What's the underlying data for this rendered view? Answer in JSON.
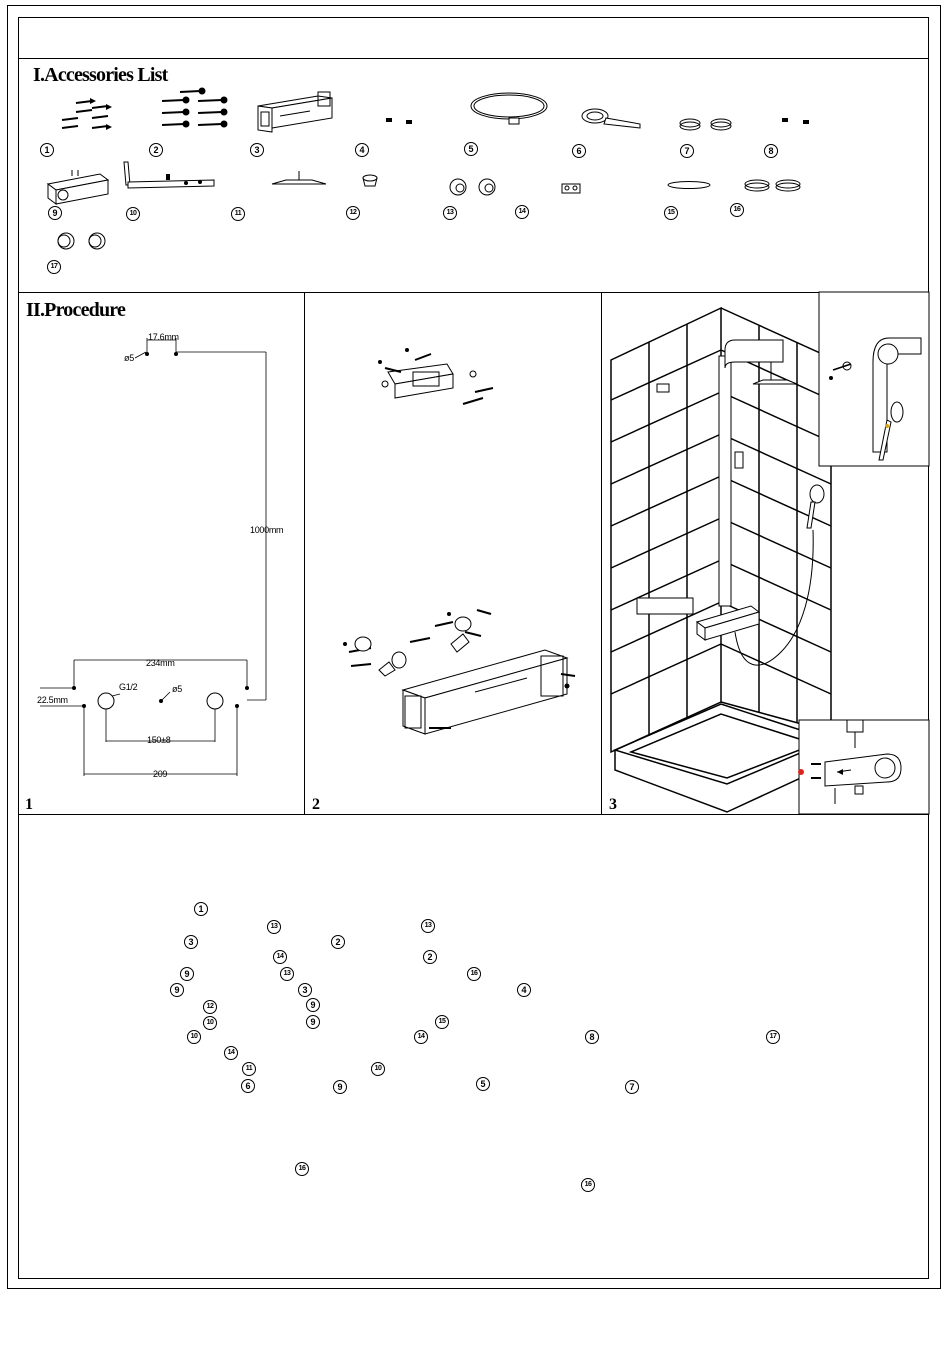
{
  "sections": {
    "accessories_title": "I.Accessories List",
    "procedure_title": "II.Procedure"
  },
  "accessory_numbers": [
    "1",
    "2",
    "3",
    "4",
    "5",
    "6",
    "7",
    "8",
    "9",
    "10",
    "11",
    "12",
    "13",
    "14",
    "15",
    "16",
    "17"
  ],
  "steps": [
    "1",
    "2",
    "3"
  ],
  "dimensions": {
    "d_17_6": "17.6mm",
    "d_phi5_top": "ø5",
    "d_1000": "1000mm",
    "d_234": "234mm",
    "d_g12": "G1/2",
    "d_phi5_mid": "ø5",
    "d_22_5": "22.5mm",
    "d_150": "150±8",
    "d_209": "209"
  },
  "exploded_labels": [
    {
      "n": "1",
      "id": "e1"
    },
    {
      "n": "13",
      "id": "e2"
    },
    {
      "n": "13",
      "id": "e3"
    },
    {
      "n": "3",
      "id": "e4"
    },
    {
      "n": "2",
      "id": "e5"
    },
    {
      "n": "14",
      "id": "e6"
    },
    {
      "n": "2",
      "id": "e7"
    },
    {
      "n": "9",
      "id": "e8"
    },
    {
      "n": "13",
      "id": "e9"
    },
    {
      "n": "16",
      "id": "e10"
    },
    {
      "n": "9",
      "id": "e11"
    },
    {
      "n": "3",
      "id": "e12"
    },
    {
      "n": "4",
      "id": "e13"
    },
    {
      "n": "12",
      "id": "e14"
    },
    {
      "n": "9",
      "id": "e15"
    },
    {
      "n": "10",
      "id": "e16"
    },
    {
      "n": "9",
      "id": "e17"
    },
    {
      "n": "15",
      "id": "e18"
    },
    {
      "n": "10",
      "id": "e19"
    },
    {
      "n": "14",
      "id": "e20"
    },
    {
      "n": "8",
      "id": "e21"
    },
    {
      "n": "17",
      "id": "e22"
    },
    {
      "n": "14",
      "id": "e23"
    },
    {
      "n": "11",
      "id": "e24"
    },
    {
      "n": "10",
      "id": "e25"
    },
    {
      "n": "6",
      "id": "e26"
    },
    {
      "n": "9",
      "id": "e27"
    },
    {
      "n": "5",
      "id": "e28"
    },
    {
      "n": "7",
      "id": "e29"
    },
    {
      "n": "16",
      "id": "e30"
    },
    {
      "n": "16",
      "id": "e31"
    }
  ]
}
